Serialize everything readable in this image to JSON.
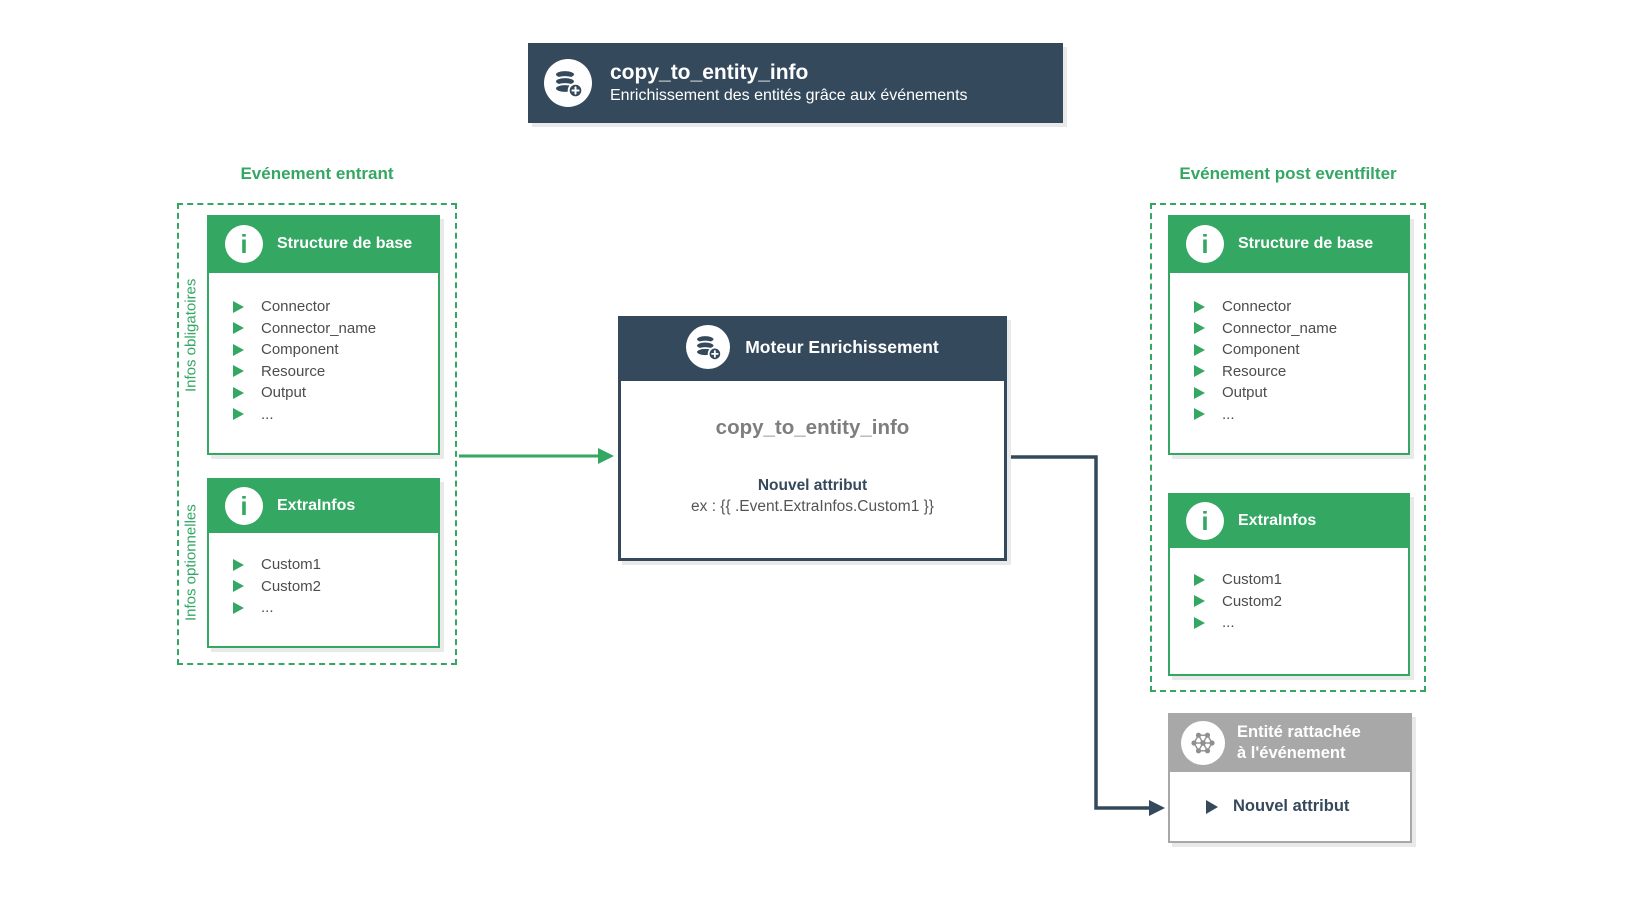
{
  "banner": {
    "title": "copy_to_entity_info",
    "subtitle": "Enrichissement des entités grâce aux événements"
  },
  "left_group": {
    "title": "Evénement entrant",
    "side_label_mandatory": "Infos obligatoires",
    "side_label_optional": "Infos optionnelles",
    "base_card": {
      "title": "Structure de base",
      "items": [
        "Connector",
        "Connector_name",
        "Component",
        "Resource",
        "Output",
        "..."
      ]
    },
    "extra_card": {
      "title": "ExtraInfos",
      "items": [
        "Custom1",
        "Custom2",
        "..."
      ]
    }
  },
  "engine": {
    "header": "Moteur Enrichissement",
    "name": "copy_to_entity_info",
    "attr_label": "Nouvel attribut",
    "attr_example": "ex : {{ .Event.ExtraInfos.Custom1 }}"
  },
  "right_group": {
    "title": "Evénement post eventfilter",
    "base_card": {
      "title": "Structure de base",
      "items": [
        "Connector",
        "Connector_name",
        "Component",
        "Resource",
        "Output",
        "..."
      ]
    },
    "extra_card": {
      "title": "ExtraInfos",
      "items": [
        "Custom1",
        "Custom2",
        "..."
      ]
    }
  },
  "entity_card": {
    "title_line1": "Entité rattachée",
    "title_line2": "à l'événement",
    "item": "Nouvel attribut"
  },
  "colors": {
    "green": "#34a763",
    "navy": "#35495c",
    "gray": "#a8a8a8",
    "item_text": "#4d4d4d",
    "engine_name_text": "#7e7e7e"
  }
}
